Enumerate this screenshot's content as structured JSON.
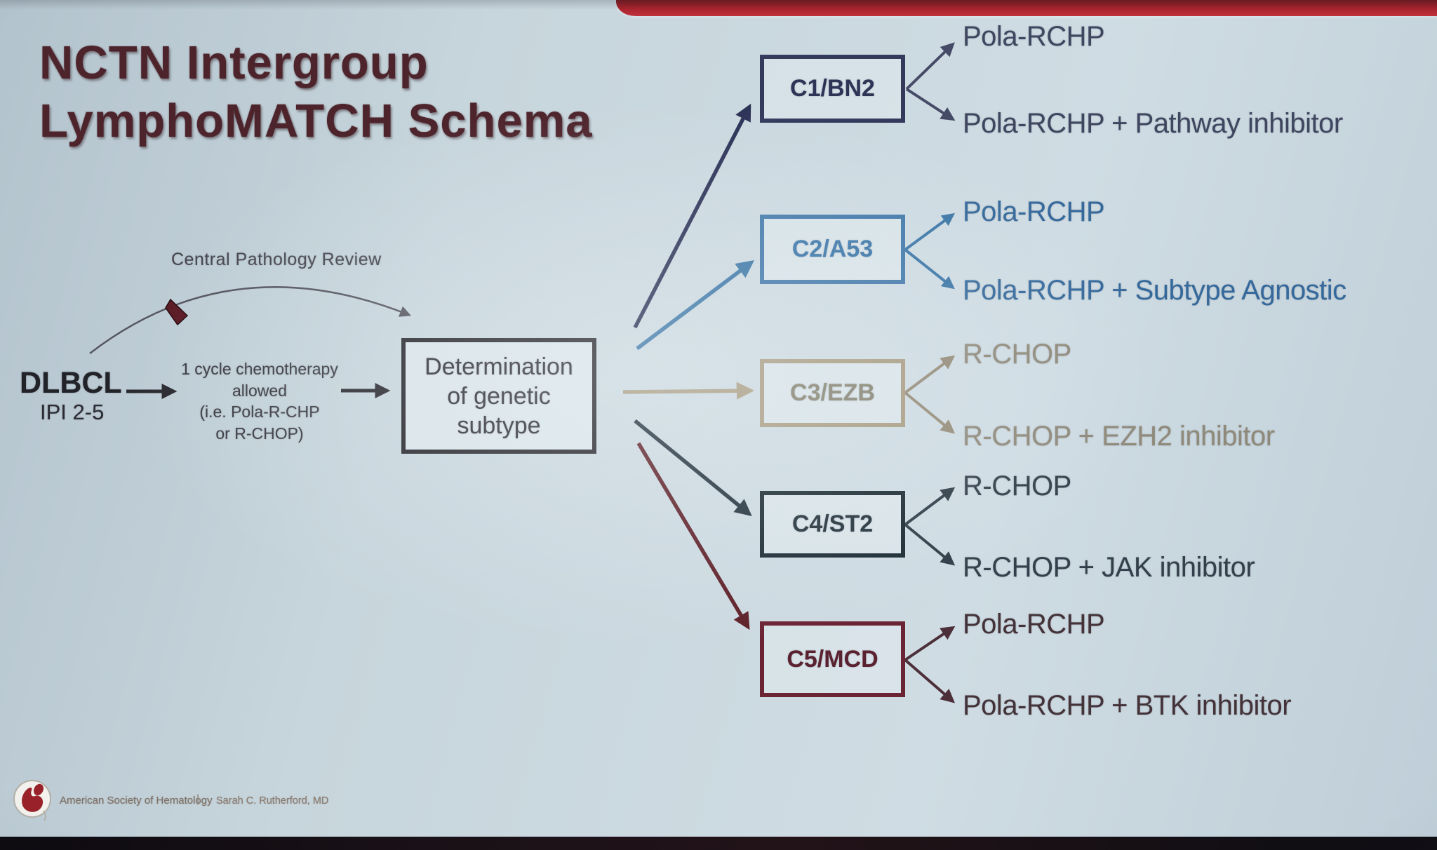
{
  "slide": {
    "title_lines": [
      "NCTN Intergroup",
      "LymphoMATCH Schema"
    ],
    "footer": {
      "organization": "American Society of Hematology",
      "separator": "|",
      "presenter": "Sarah C. Rutherford, MD"
    }
  },
  "flow": {
    "entry": {
      "label": "DLBCL",
      "sublabel": "IPI 2-5"
    },
    "pathology_review_label": "Central Pathology Review",
    "chemo_note_lines": [
      "1 cycle chemotherapy",
      "allowed",
      "(i.e. Pola-R-CHP",
      "or R-CHOP)"
    ],
    "determination_lines": [
      "Determination",
      "of genetic",
      "subtype"
    ]
  },
  "subtypes": [
    {
      "id": "C1/BN2",
      "color": "#333a5c",
      "treatments": [
        "Pola-RCHP",
        "Pola-RCHP + Pathway inhibitor"
      ]
    },
    {
      "id": "C2/A53",
      "color": "#3c76a6",
      "treatments": [
        "Pola-RCHP",
        "Pola-RCHP + Subtype Agnostic"
      ]
    },
    {
      "id": "C3/EZB",
      "color": "#a89c82",
      "treatments": [
        "R-CHOP",
        "R-CHOP + EZH2 inhibitor"
      ]
    },
    {
      "id": "C4/ST2",
      "color": "#22313c",
      "treatments": [
        "R-CHOP",
        "R-CHOP + JAK inhibitor"
      ]
    },
    {
      "id": "C5/MCD",
      "color": "#6b2434",
      "treatments": [
        "Pola-RCHP",
        "Pola-RCHP + BTK inhibitor"
      ]
    }
  ],
  "colors": {
    "background": "#c9d7de",
    "accent_bar_red": "#b5232c",
    "title_maroon": "#4e242c",
    "ink": "#2a2a30"
  }
}
